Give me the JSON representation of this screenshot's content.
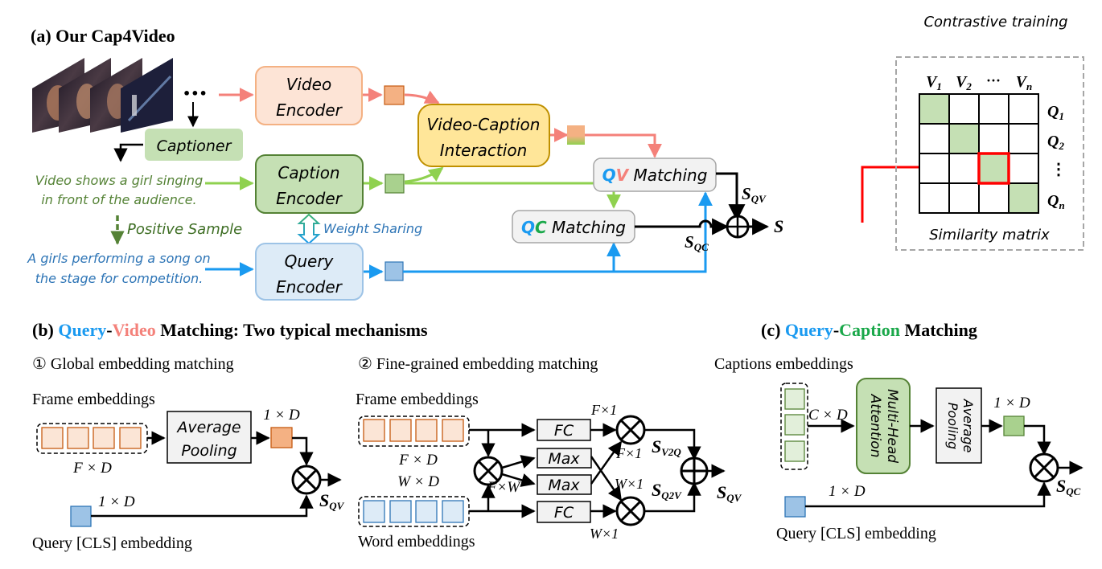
{
  "colors": {
    "query_blue": "#1a9af0",
    "video_red": "#f4817a",
    "caption_green": "#1aa84a",
    "arrow_green": "#8fd14f",
    "highlight_red": "#ff0000",
    "matrix_green": "#c5e0b4",
    "frame_orange": "#f4b183",
    "word_blue": "#9dc3e6"
  },
  "panel_a": {
    "title": "(a) Our Cap4Video",
    "ellipsis": "•••",
    "captioner": "Captioner",
    "video_encoder": [
      "Video",
      "Encoder"
    ],
    "caption_encoder": [
      "Caption",
      "Encoder"
    ],
    "query_encoder": [
      "Query",
      "Encoder"
    ],
    "interaction": [
      "Video-Caption",
      "Interaction"
    ],
    "caption_text": [
      "Video shows a girl singing",
      "in front of the audience."
    ],
    "positive_sample": "Positive Sample",
    "query_text": [
      "A girls performing a song on",
      "the stage for competition."
    ],
    "weight_sharing": "Weight Sharing",
    "qv_matching": {
      "q": "Q",
      "v": "V",
      "label": "Matching"
    },
    "qc_matching": {
      "q": "Q",
      "c": "C",
      "label": "Matching"
    },
    "s_qv": {
      "s": "S",
      "sub": "QV"
    },
    "s_qc": {
      "s": "S",
      "sub": "QC"
    },
    "s": "S",
    "contrastive": {
      "title": "Contrastive training",
      "caption": "Similarity matrix",
      "columns": [
        {
          "v": "V",
          "sub": "1"
        },
        {
          "v": "V",
          "sub": "2"
        },
        {
          "v": "···",
          "sub": ""
        },
        {
          "v": "V",
          "sub": "n"
        }
      ],
      "rows": [
        {
          "q": "Q",
          "sub": "1"
        },
        {
          "q": "Q",
          "sub": "2"
        },
        {
          "q": "⋮",
          "sub": ""
        },
        {
          "q": "Q",
          "sub": "n"
        }
      ],
      "diagonal_highlight": [
        true,
        true,
        true,
        true
      ],
      "selected_cell": [
        2,
        2
      ]
    }
  },
  "panel_b": {
    "title": {
      "prefix": "(b) ",
      "query": "Query",
      "dash": "-",
      "video": "Video",
      "rest": " Matching: Two typical mechanisms"
    },
    "global": {
      "heading": "① Global embedding matching",
      "frame_label": "Frame embeddings",
      "fxd": "F × D",
      "pooling": [
        "Average",
        "Pooling"
      ],
      "out_dim": "1 × D",
      "query_dim": "1 × D",
      "query_label": "Query [CLS] embedding",
      "s_qv": {
        "s": "S",
        "sub": "QV"
      }
    },
    "fine": {
      "heading": "② Fine-grained embedding matching",
      "frame_label": "Frame embeddings",
      "word_label": "Word embeddings",
      "fxd": "F × D",
      "wxd": "W × D",
      "fxw": "F×W",
      "fc": "FC",
      "max": "Max",
      "f1_top": "F×1",
      "f1_mid": "F×1",
      "w1_mid": "W×1",
      "w1_bot": "W×1",
      "s_v2q": {
        "s": "S",
        "sub": "V2Q"
      },
      "s_q2v": {
        "s": "S",
        "sub": "Q2V"
      },
      "s_qv": {
        "s": "S",
        "sub": "QV"
      }
    }
  },
  "panel_c": {
    "title": {
      "prefix": "(c) ",
      "query": "Query",
      "dash": "-",
      "caption": "Caption",
      "rest": " Matching"
    },
    "captions_label": "Captions embeddings",
    "cxd": "C × D",
    "attention": [
      "Multi-Head",
      "Attention"
    ],
    "pooling": [
      "Average",
      "Pooling"
    ],
    "out_dim": "1 × D",
    "query_dim": "1 × D",
    "query_label": "Query [CLS] embedding",
    "s_qc": {
      "s": "S",
      "sub": "QC"
    }
  }
}
